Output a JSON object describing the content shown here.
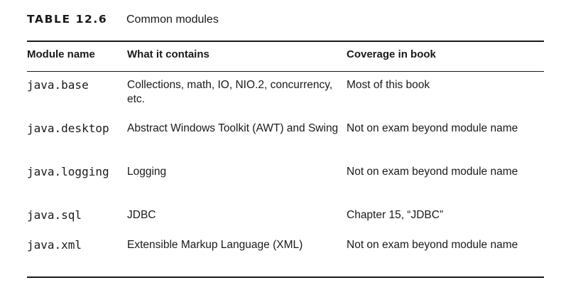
{
  "caption": {
    "number": "TABLE 12.6",
    "title": "Common modules"
  },
  "table": {
    "headers": [
      "Module name",
      "What it contains",
      "Coverage in book"
    ],
    "rows": [
      [
        "java.base",
        "Collections, math, IO, NIO.2, concurrency, etc.",
        "Most of this book"
      ],
      [
        "java.desktop",
        "Abstract Windows Toolkit (AWT) and Swing",
        "Not on exam beyond module name"
      ],
      [
        "java.logging",
        "Logging",
        "Not on exam beyond module name"
      ],
      [
        "java.sql",
        "JDBC",
        "Chapter 15, “JDBC”"
      ],
      [
        "java.xml",
        "Extensible Markup Language (XML)",
        "Not on exam beyond module name"
      ]
    ]
  }
}
